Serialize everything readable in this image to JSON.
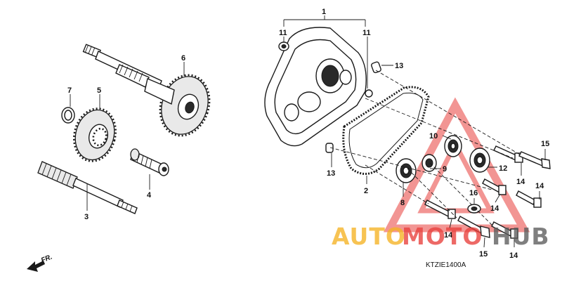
{
  "diagram_code": "KTZIE1400A",
  "direction_label": "FR.",
  "watermark": {
    "part1": "AUTO",
    "part2": "MOTO",
    "part3": "HUB",
    "color_orange": "#f5b324",
    "color_red": "#e8403c",
    "color_gray": "#5c5c5c"
  },
  "callouts": {
    "c1": "1",
    "c2": "2",
    "c3": "3",
    "c4": "4",
    "c5": "5",
    "c6": "6",
    "c7": "7",
    "c8": "8",
    "c9": "9",
    "c10": "10",
    "c11a": "11",
    "c11b": "11",
    "c12": "12",
    "c13a": "13",
    "c13b": "13",
    "c14a": "14",
    "c14b": "14",
    "c14c": "14",
    "c14d": "14",
    "c14e": "14",
    "c15a": "15",
    "c15b": "15",
    "c16": "16"
  }
}
